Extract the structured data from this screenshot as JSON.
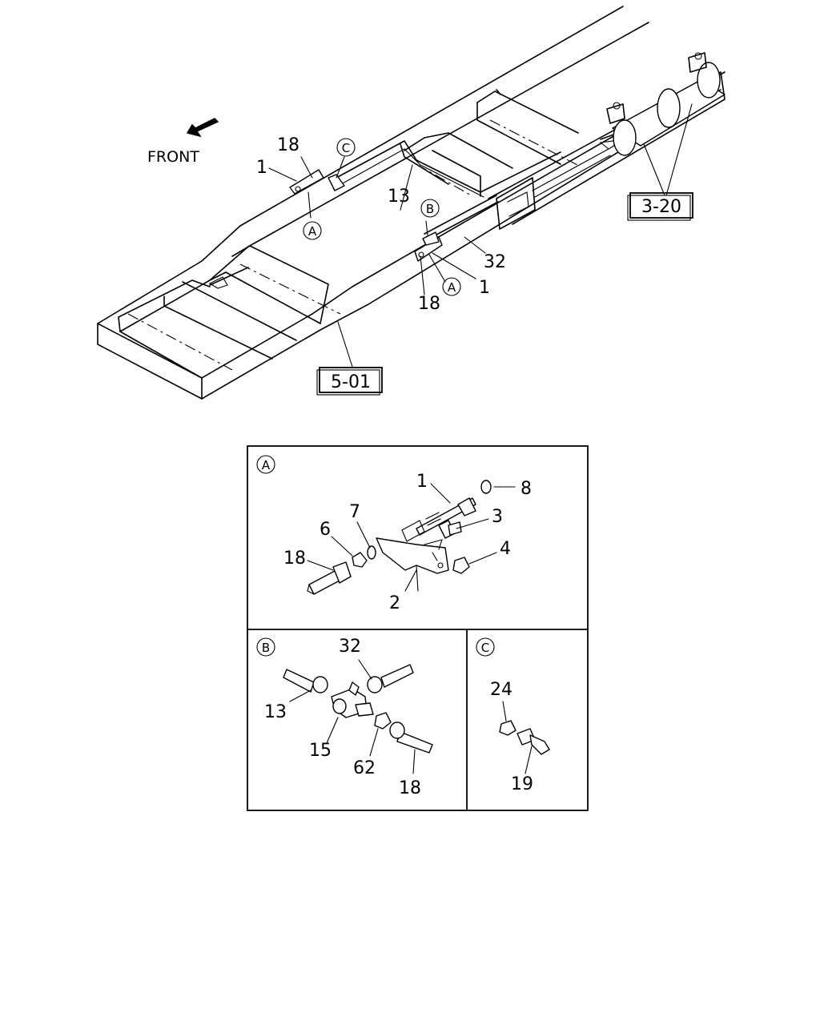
{
  "front_label": "FRONT",
  "refs": {
    "r1": "3-20",
    "r2": "5-01"
  },
  "callouts": {
    "top": {
      "n18a": "18",
      "n1a": "1",
      "c": "C",
      "n13": "13",
      "b": "B",
      "a1": "A",
      "n32": "32",
      "a2": "A",
      "n1b": "1",
      "n18b": "18"
    },
    "detail_a": {
      "tag": "A",
      "n1": "1",
      "n8": "8",
      "n7": "7",
      "n3": "3",
      "n6": "6",
      "n4": "4",
      "n18": "18",
      "n2": "2"
    },
    "detail_b": {
      "tag": "B",
      "n32": "32",
      "n13": "13",
      "n15": "15",
      "n62": "62",
      "n18": "18"
    },
    "detail_c": {
      "tag": "C",
      "n24": "24",
      "n19": "19"
    }
  }
}
